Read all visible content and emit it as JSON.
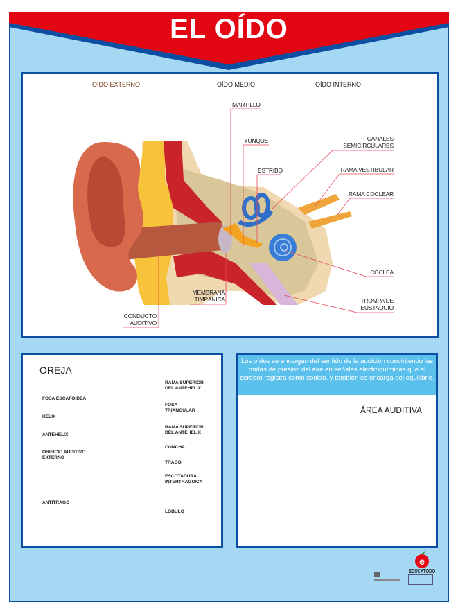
{
  "title": "EL OÍDO",
  "colors": {
    "banner_red": "#e30613",
    "border_blue": "#0b4ea2",
    "panel_blue": "#a5d8f3",
    "info_blue": "#5bc0eb",
    "leader_red": "#e8475a"
  },
  "top_diagram": {
    "sections": [
      "OÍDO EXTERNO",
      "OÍDO MEDIO",
      "OÍDO INTERNO"
    ],
    "labels": {
      "martillo": "MARTILLO",
      "yunque": "YUNQUE",
      "estribo": "ESTRIBO",
      "canales_1": "CANALES",
      "canales_2": "SEMICIRCULARES",
      "rama_vestibular": "RAMA VESTIBULAR",
      "rama_coclear": "RAMA COCLEAR",
      "coclea": "CÓCLEA",
      "trompa_1": "TROMPA DE",
      "trompa_2": "EUSTAQUIO",
      "membrana_1": "MEMBRANA",
      "membrana_2": "TIMPÁNICA",
      "conducto_1": "CONDUCTO",
      "conducto_2": "AUDITIVO"
    }
  },
  "oreja": {
    "title": "OREJA",
    "left_labels": {
      "fosa_escafoidea": "FOSA ESCAFOIDEA",
      "helix": "HELIX",
      "antehelix": "ANTEHELIX",
      "orificio_1": "ORIFICIO AUDITIVO",
      "orificio_2": "EXTERNO",
      "antitrago": "ANTITRAGO"
    },
    "right_labels": {
      "rama_sup_1a": "RAMA SUPERIOR",
      "rama_sup_1b": "DEL ANTEHELIX",
      "fosa_tri_a": "FOSA",
      "fosa_tri_b": "TRIANGULAR",
      "rama_sup_2a": "RAMA SUPERIOR",
      "rama_sup_2b": "DEL ANTEHELIX",
      "concha": "CONCHA",
      "trago": "TRAGO",
      "escotadura_a": "ESCOTADURA",
      "escotadura_b": "INTERTRAGUICA",
      "lobulo": "LÓBULO"
    }
  },
  "brain": {
    "info": "Los oídos se encargan del sentido de la audición convirtiendo las ondas de presión del aire en señales electroquímicas que el cerebro registra como  sonido, y también se encarga del equilibrio.",
    "area_label": "ÁREA AUDITIVA"
  },
  "footer": {
    "brand": "EDUCATODO"
  }
}
